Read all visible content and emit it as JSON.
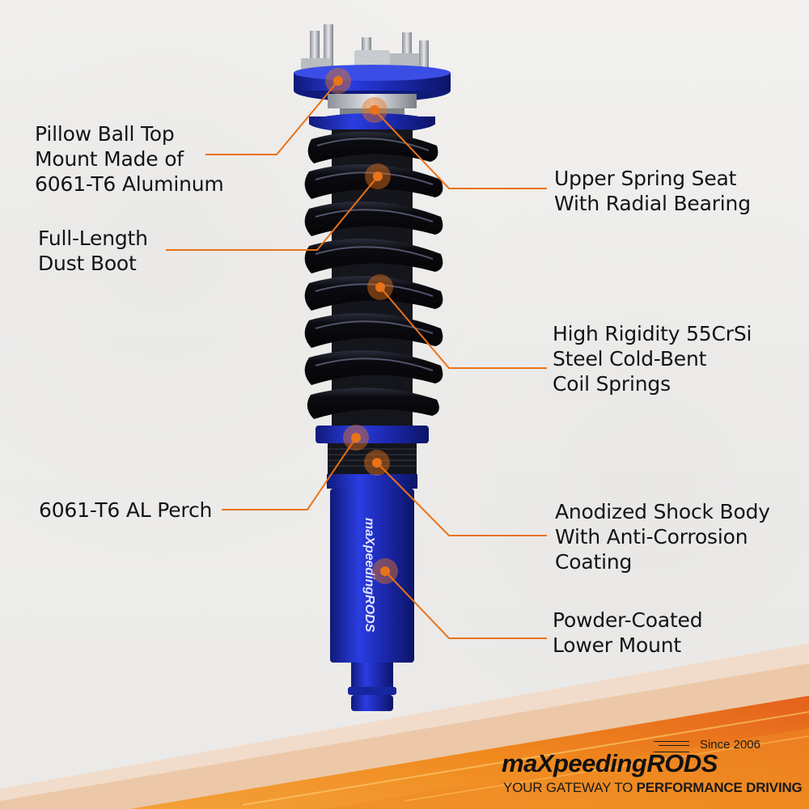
{
  "callouts": {
    "pillow_ball": "Pillow Ball Top\nMount Made of\n6061-T6 Aluminum",
    "dust_boot": "Full-Length\nDust Boot",
    "perch": "6061-T6 AL Perch",
    "upper_seat": "Upper Spring Seat\nWith Radial Bearing",
    "springs": "High Rigidity 55CrSi\nSteel Cold-Bent\nCoil Springs",
    "shock_body": "Anodized Shock Body\nWith Anti-Corrosion\nCoating",
    "lower_mount": "Powder-Coated\nLower Mount"
  },
  "product": {
    "body_logo_text": "maXpeedingRODS"
  },
  "brand": {
    "since": "Since 2006",
    "name": "maXpeedingRODS",
    "tagline_light": "YOUR GATEWAY TO ",
    "tagline_bold": "PERFORMANCE DRIVING"
  },
  "colors": {
    "accent_orange": "#e8731a",
    "anodized_blue": "#1f2fb8",
    "spring_black": "#0d0d12",
    "background": "#efeeec"
  }
}
